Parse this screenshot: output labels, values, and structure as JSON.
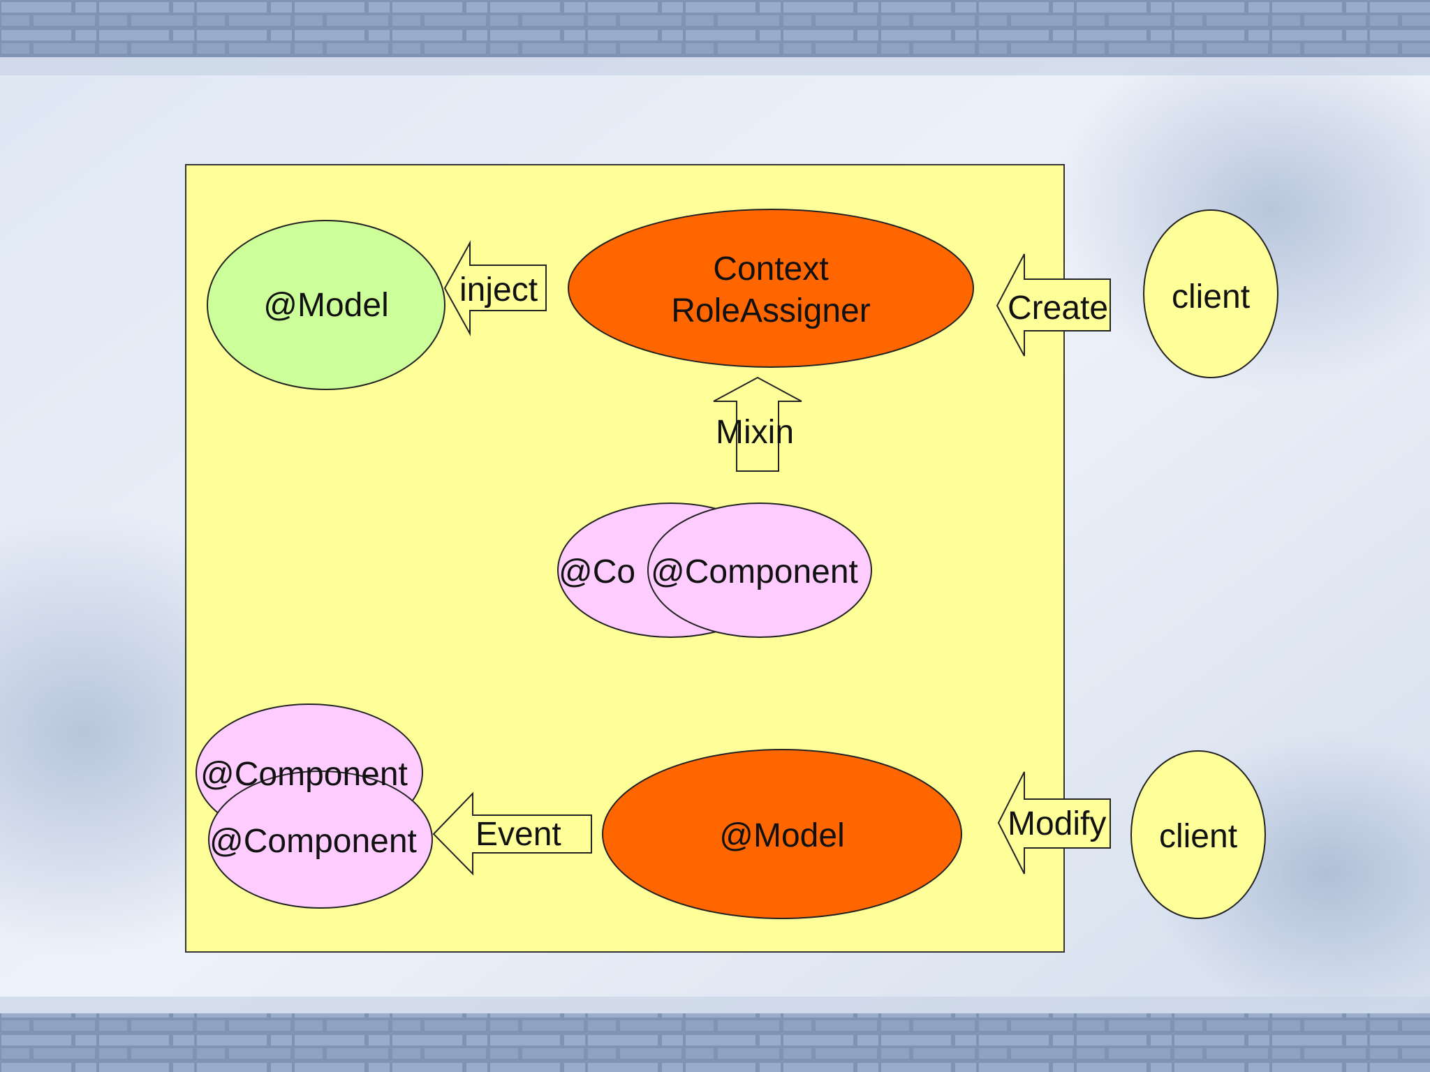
{
  "diagram": {
    "nodes": {
      "model_top": "@Model",
      "context_role_assigner_line1": "Context",
      "context_role_assigner_line2": "RoleAssigner",
      "client_top": "client",
      "component_pair_middle_back": "@Co",
      "component_pair_middle_front": "@Component",
      "component_pair_bottom_back": "@Component",
      "component_pair_bottom_front": "@Component",
      "model_bottom": "@Model",
      "client_bottom": "client"
    },
    "arrows": {
      "inject": "inject",
      "create": "Create",
      "mixin": "Mixin",
      "event": "Event",
      "modify": "Modify"
    }
  },
  "colors": {
    "panel": "#ffff99",
    "orange": "#ff6600",
    "green": "#ccff99",
    "pink": "#ffccff",
    "client": "#ffff99"
  }
}
